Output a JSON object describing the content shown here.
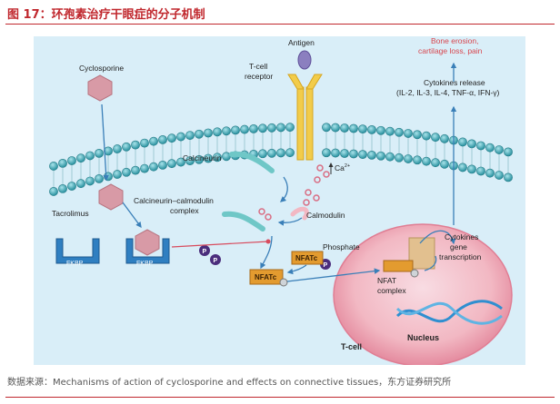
{
  "figure": {
    "title": "图 17：环孢素治疗干眼症的分子机制",
    "source": "数据来源：Mechanisms of action of cyclosporine and effects on connective tissues，东方证券研究所"
  },
  "labels": {
    "cyclosporine": "Cyclosporine",
    "antigen": "Antigen",
    "tcr_line1": "T-cell",
    "tcr_line2": "receptor",
    "bone_line1": "Bone erosion,",
    "bone_line2": "cartilage loss, pain",
    "cyt_release_line1": "Cytokines release",
    "cyt_release_line2": "(IL-2, IL-3, IL-4, TNF-α, IFN-γ)",
    "calcineurin": "Calcineurin",
    "calcium": "Ca",
    "calcium_sup": "2+",
    "cc_complex_line1": "Calcineurin–calmodulin",
    "cc_complex_line2": "complex",
    "calmodulin": "Calmodulin",
    "tacrolimus": "Tacrolimus",
    "fkbp": "FKBP",
    "phosphate": "Phosphate",
    "nfatc": "NFATc",
    "nfat_complex_line1": "NFAT",
    "nfat_complex_line2": "complex",
    "cyt_gene_line1": "Cytokines",
    "cyt_gene_line2": "gene",
    "cyt_gene_line3": "transcription",
    "nucleus": "Nucleus",
    "tcell": "T-cell",
    "p": "P"
  },
  "colors": {
    "title_red": "#c0272d",
    "panel_bg": "#d9eef8",
    "membrane_head": "#3fa9b5",
    "receptor_yellow": "#f2cc4a",
    "antigen_purple": "#8b7fbf",
    "drug_pink": "#d89aa6",
    "fkbp_blue": "#2f7fc1",
    "nucleus_pink": "#f2b8c3",
    "nfat_orange": "#e39b2f",
    "phosphate_purple": "#4a2d7c",
    "dna_blue": "#2f8fd0"
  }
}
